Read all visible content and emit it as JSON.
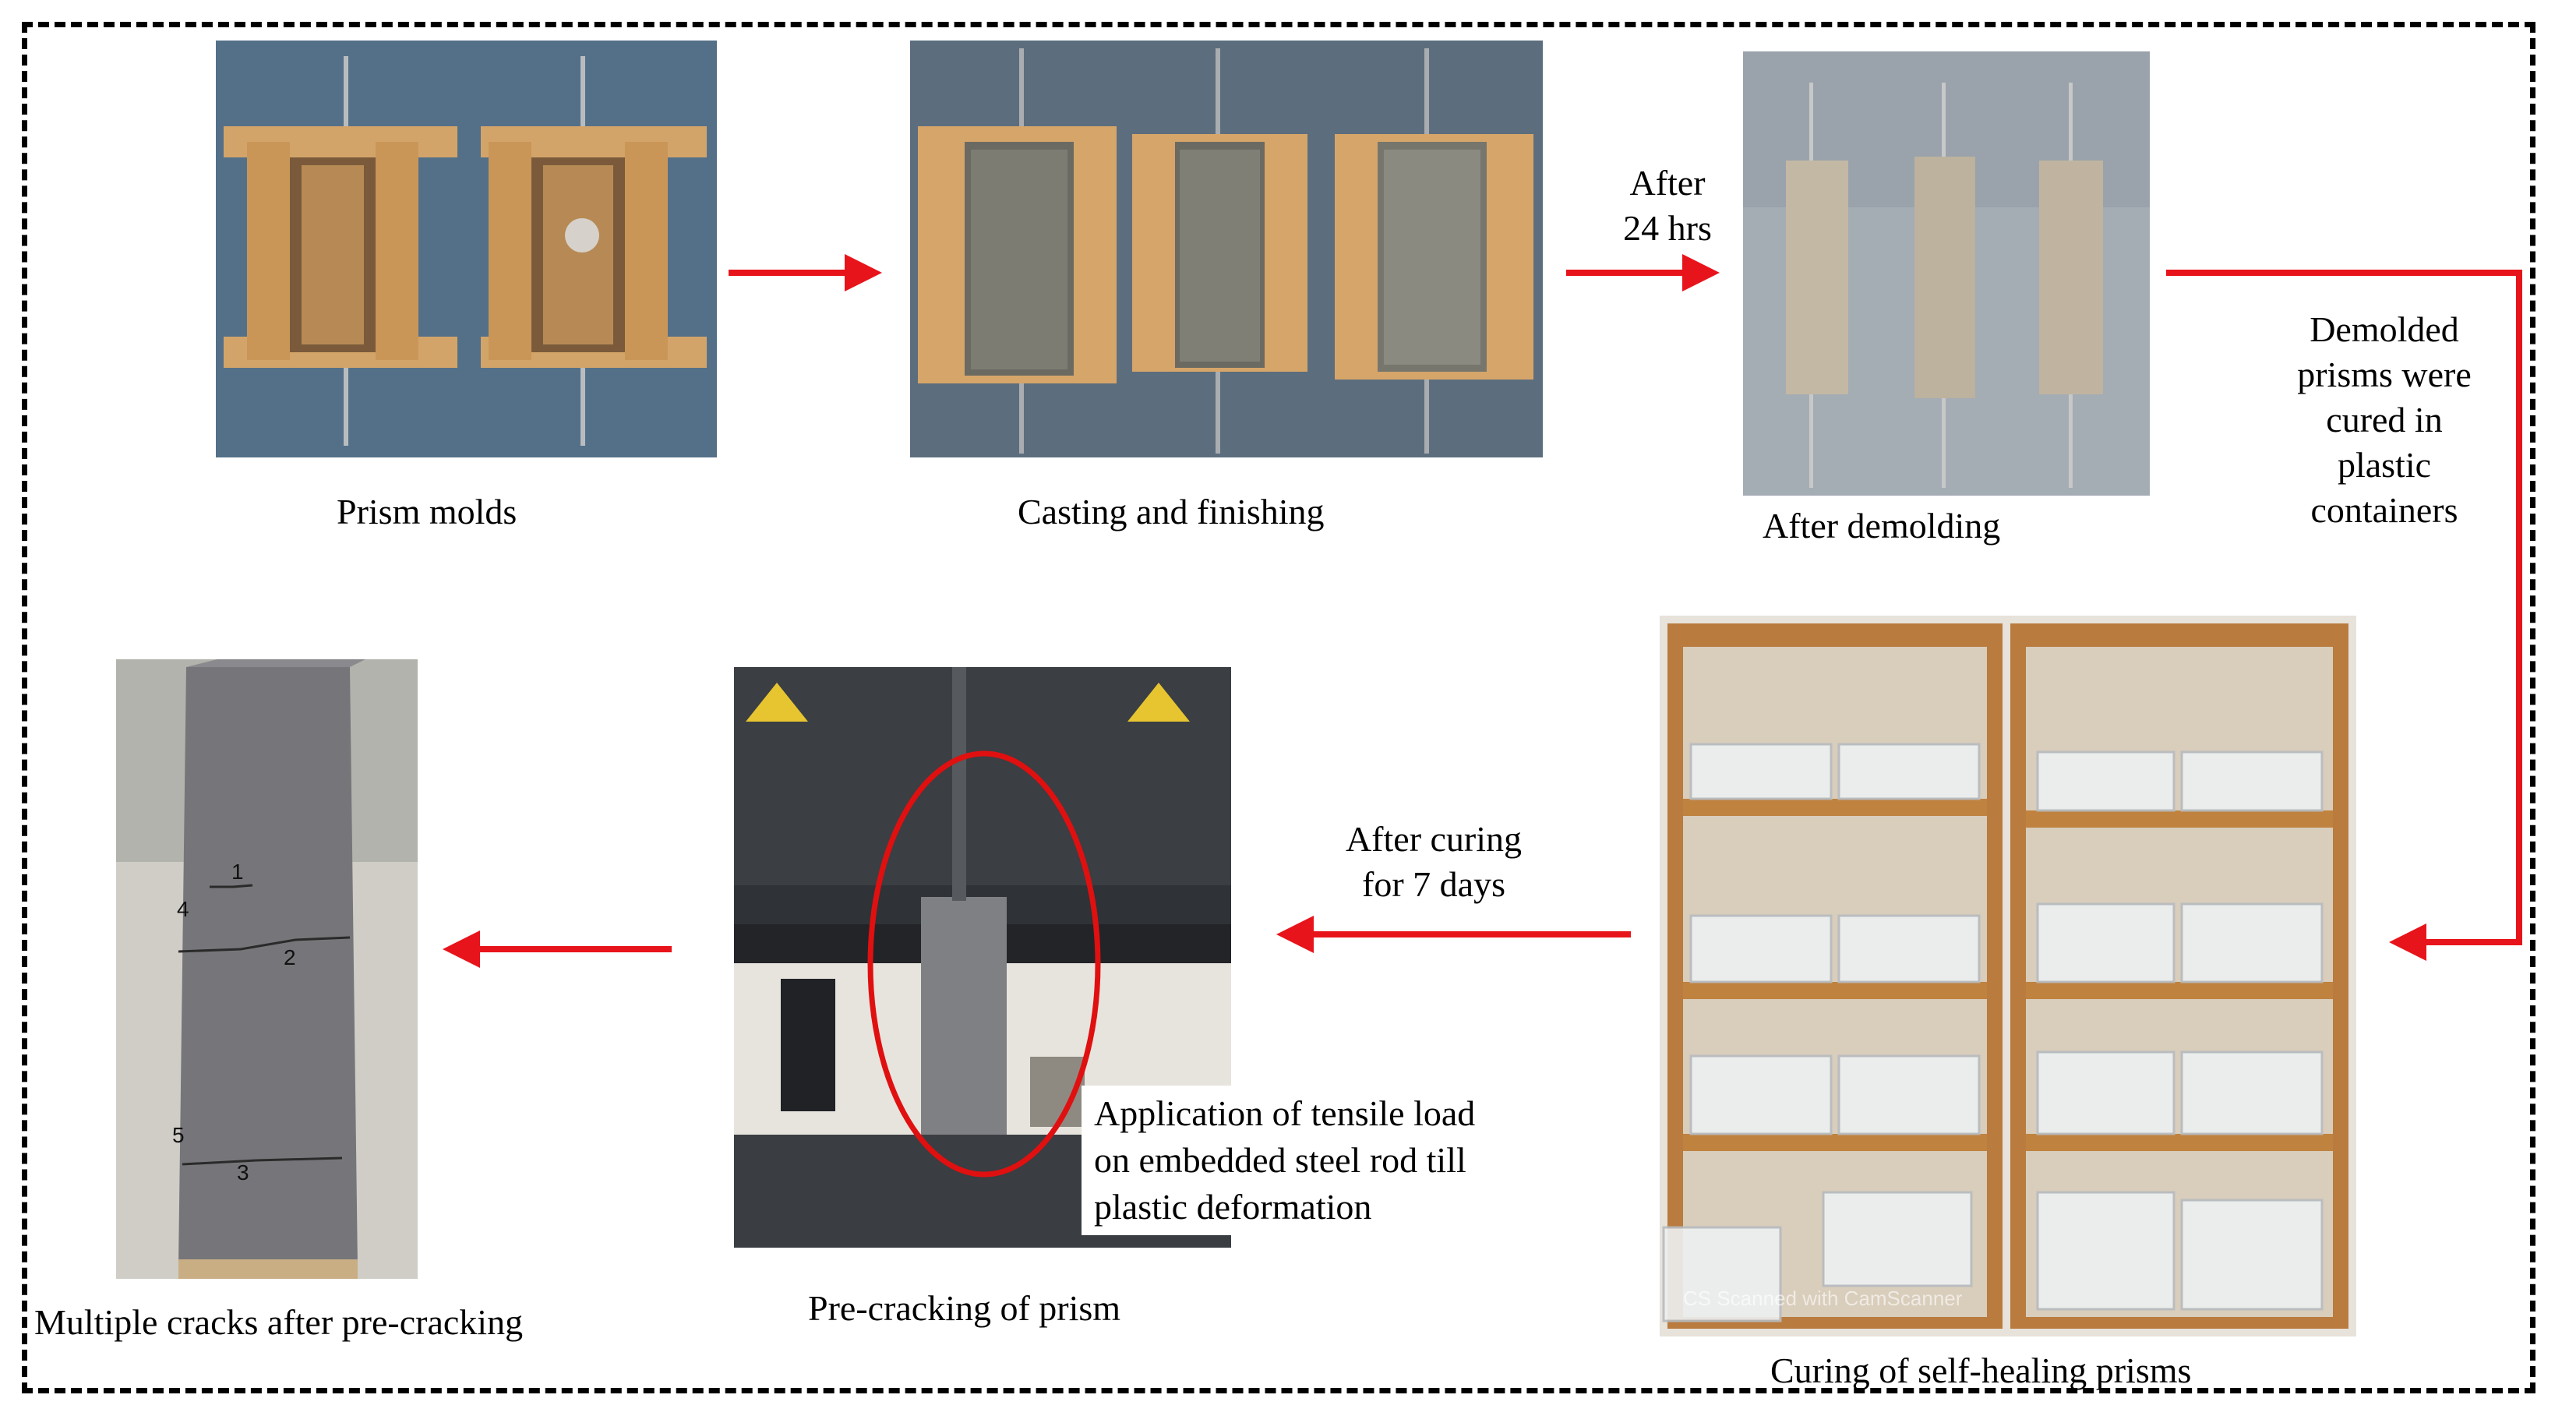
{
  "steps": {
    "prism_molds": "Prism molds",
    "casting": "Casting and finishing",
    "after_demolding": "After demolding",
    "curing": "Curing of self-healing prisms",
    "pre_cracking": "Pre-cracking of prism",
    "multiple_cracks": "Multiple cracks after pre-cracking"
  },
  "arrow_labels": {
    "after_24": [
      "After",
      "24 hrs"
    ],
    "demolded": [
      "Demolded",
      "prisms were",
      "cured in",
      "plastic",
      "containers"
    ],
    "after_curing": [
      "After curing",
      "for 7 days"
    ]
  },
  "annotation": [
    "Application of tensile load",
    "on embedded steel rod till",
    "plastic deformation"
  ],
  "crack_numbers": [
    "1",
    "2",
    "3",
    "4",
    "5"
  ],
  "watermark": "CS Scanned with CamScanner",
  "colors": {
    "arrow": "#e8141b",
    "frame": "#000000",
    "ellipse": "#e01010"
  }
}
